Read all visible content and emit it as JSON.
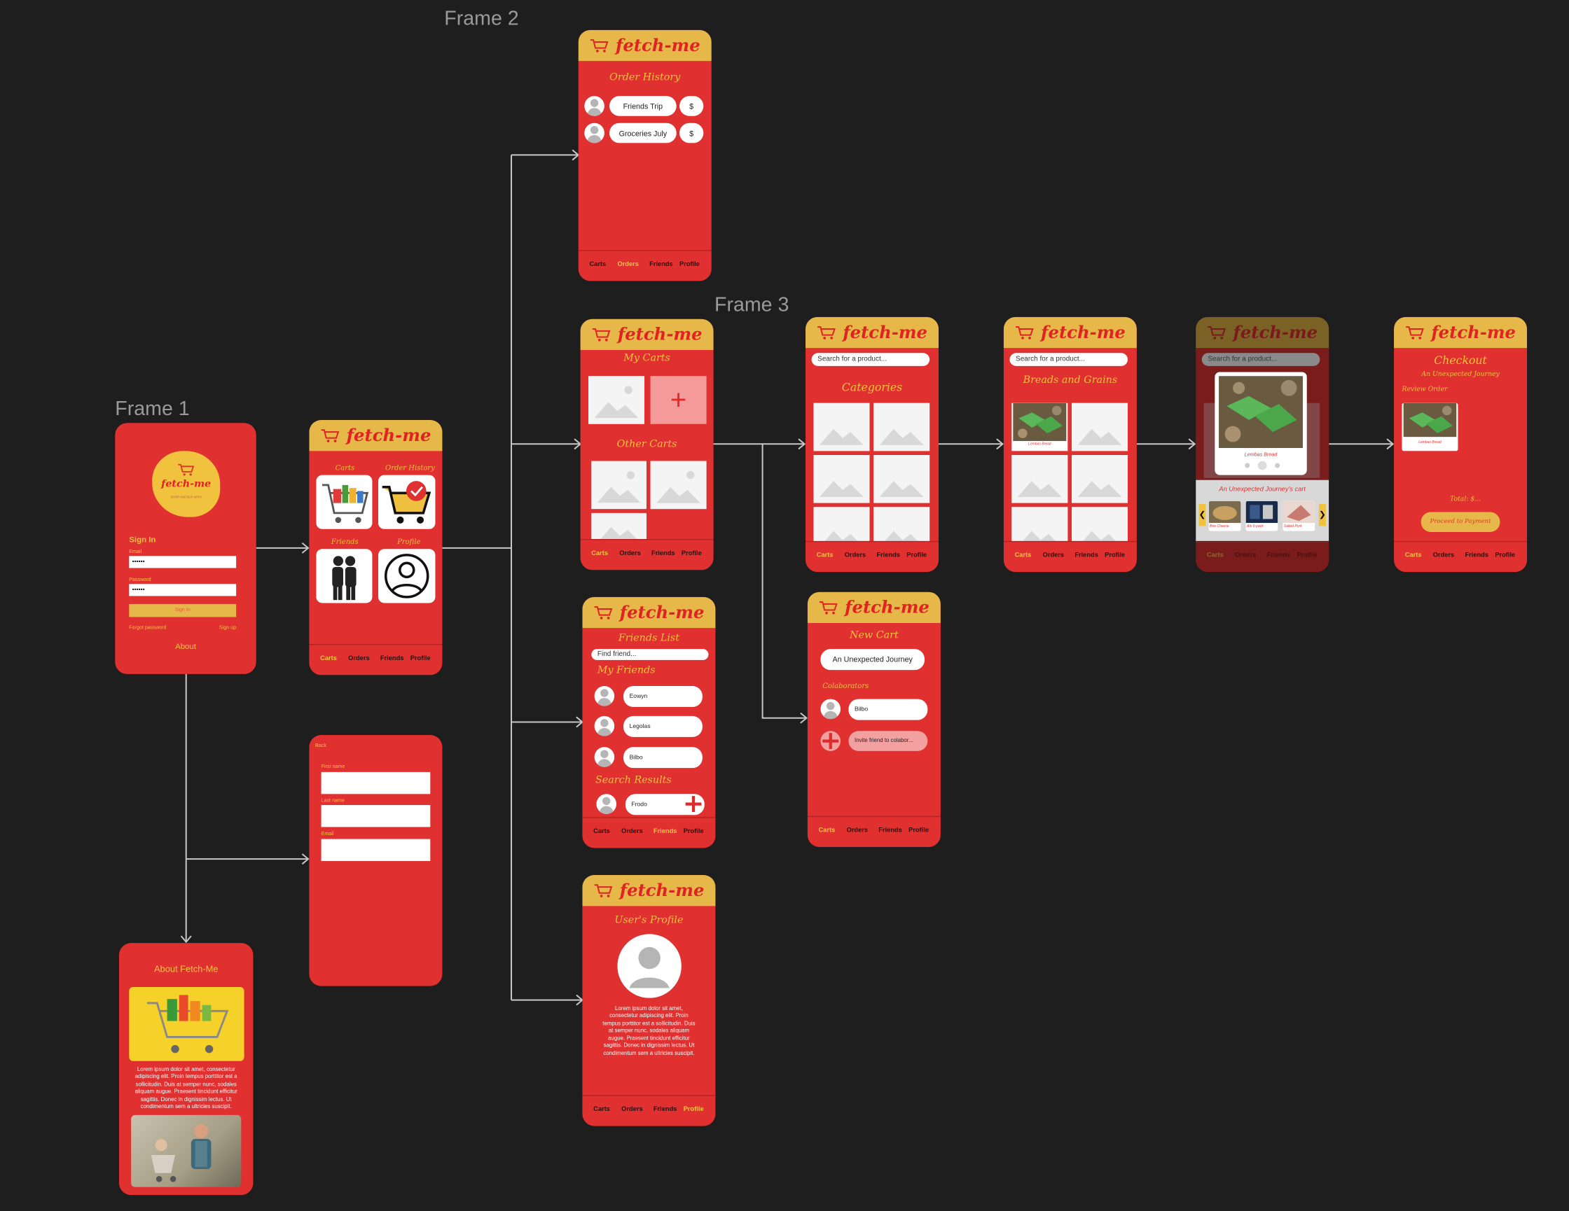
{
  "frames": [
    "Frame 1",
    "Frame 2",
    "Frame 3"
  ],
  "app": {
    "brand": "fetch-me"
  },
  "login": {
    "logo_sub": "SHOP AND BUY WITH",
    "signin": "Sign In",
    "email_label": "Email",
    "email_value": "••••••",
    "password_label": "Password",
    "password_value": "••••••",
    "signin_button": "Sign In",
    "forgot": "Forgot password",
    "signup": "Sign up",
    "about": "About"
  },
  "nav": {
    "carts": "Carts",
    "orders": "Orders",
    "friends": "Friends",
    "profile": "Profile"
  },
  "home": {
    "carts": "Carts",
    "order_history": "Order History",
    "friends": "Friends",
    "profile": "Profile"
  },
  "signup": {
    "back": "Back",
    "first_name": "First name",
    "last_name": "Last name",
    "email": "Email"
  },
  "about_page": {
    "title": "About Fetch-Me",
    "text": "Lorem ipsum dolor sit amet, consectetur adipiscing elit. Proin tempus porttitor est a sollicitudin. Duis at semper nunc, sodales aliquam augue. Praesent tincidunt efficitur sagittis. Donec in dignissim lectus. Ut condimentum sem a ultricies suscipit."
  },
  "order_history": {
    "title": "Order History",
    "rows": [
      {
        "name": "Friends Trip",
        "amount": "$"
      },
      {
        "name": "Groceries July",
        "amount": "$"
      }
    ]
  },
  "my_carts": {
    "title": "My Carts",
    "other": "Other Carts",
    "add": "+"
  },
  "friends_list": {
    "title": "Friends List",
    "search_placeholder": "Find friend...",
    "my_friends": "My Friends",
    "friends": [
      "Eowyn",
      "Legolas",
      "Bilbo"
    ],
    "search_results": "Search Results",
    "result": "Frodo"
  },
  "profile_page": {
    "title": "User's Profile",
    "text": "Lorem ipsum dolor sit amet, consectetur adipiscing elit. Proin tempus porttitor est a sollicitudin. Duis at semper nunc, sodales aliquam augue. Praesent tincidunt efficitur sagittis. Donec in dignissim lectus. Ut condimentum sem a ultricies suscipit."
  },
  "categories": {
    "search_placeholder": "Search for a product...",
    "title": "Categories"
  },
  "breads": {
    "search_placeholder": "Search for a product...",
    "title": "Breads and Grains",
    "item": "Lembas Bread"
  },
  "product": {
    "search_placeholder": "Search for a product...",
    "item": "Lembas Bread",
    "cart_title": "An Unexpected Journey's cart",
    "cart_items": [
      "Brie Cheese",
      "Ale 6-pack",
      "Salted Pork"
    ],
    "prev": "❮",
    "next": "❯"
  },
  "checkout": {
    "title": "Checkout",
    "cart": "An Unexpected Journey",
    "review": "Review Order",
    "item": "Lembas Bread",
    "total": "Total: $...",
    "button": "Proceed to Payment"
  },
  "new_cart": {
    "title": "New Cart",
    "name": "An Unexpected Journey",
    "collab_label": "Colaborators",
    "collab": "Bilbo",
    "invite": "Invite friend to colabor..."
  },
  "colors": {
    "bg": "#1e1e1e",
    "phone": "#e03030",
    "header": "#e6b84a",
    "accent": "#f0c23e",
    "brand_text": "#e02222"
  }
}
